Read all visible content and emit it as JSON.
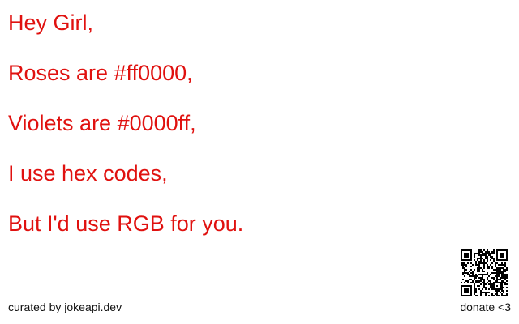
{
  "joke": {
    "lines": [
      "Hey Girl,",
      "Roses are #ff0000,",
      "Violets are #0000ff,",
      "I use hex codes,",
      "But I'd use RGB for you."
    ],
    "text_color": "#e0110f"
  },
  "footer": {
    "credit": "curated by jokeapi.dev",
    "donate": "donate <3"
  },
  "icons": {
    "qr": "qr-code-icon"
  }
}
